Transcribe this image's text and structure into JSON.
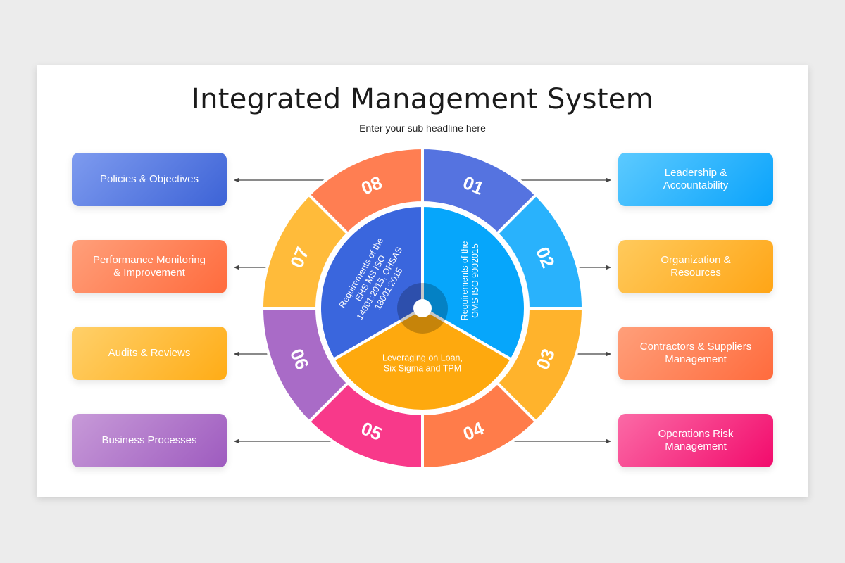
{
  "title": "Integrated Management System",
  "subtitle": "Enter your sub headline here",
  "left_boxes": [
    {
      "label": "Policies & Objectives",
      "color_from": "#7e9bef",
      "color_to": "#3d63d6"
    },
    {
      "label": "Performance Monitoring\n& Improvement",
      "color_from": "#ff9f7a",
      "color_to": "#ff6b3d"
    },
    {
      "label": "Audits & Reviews",
      "color_from": "#ffd06a",
      "color_to": "#ffac16"
    },
    {
      "label": "Business Processes",
      "color_from": "#c79ad8",
      "color_to": "#9e5bbf"
    }
  ],
  "right_boxes": [
    {
      "label": "Leadership &\nAccountability",
      "color_from": "#5ccaff",
      "color_to": "#0aa3fb"
    },
    {
      "label": "Organization &\nResources",
      "color_from": "#ffca5c",
      "color_to": "#ffa516"
    },
    {
      "label": "Contractors & Suppliers\nManagement",
      "color_from": "#ff9f7a",
      "color_to": "#ff6b3d"
    },
    {
      "label": "Operations Risk\nManagement",
      "color_from": "#fb6aa6",
      "color_to": "#f20b6c"
    }
  ],
  "ring_segments": [
    {
      "number": "01",
      "color": "#5573e0"
    },
    {
      "number": "02",
      "color": "#29b2fc"
    },
    {
      "number": "03",
      "color": "#ffb32c"
    },
    {
      "number": "04",
      "color": "#ff7c4a"
    },
    {
      "number": "05",
      "color": "#f8398a"
    },
    {
      "number": "06",
      "color": "#a96bc7"
    },
    {
      "number": "07",
      "color": "#ffbb3a"
    },
    {
      "number": "08",
      "color": "#ff7e52"
    }
  ],
  "inner_sectors": [
    {
      "text_lines": [
        "Requirements of the",
        "EHS MS ISO",
        "14001:2015, OHSAS",
        "18001:2015"
      ],
      "color": "#3a66dd"
    },
    {
      "text_lines": [
        "Requirements of the",
        "OMS ISO 9002015"
      ],
      "color": "#06a6fb"
    },
    {
      "text_lines": [
        "Leveraging on Loan,",
        "Six Sigma and TPM"
      ],
      "color": "#fea90e"
    }
  ]
}
